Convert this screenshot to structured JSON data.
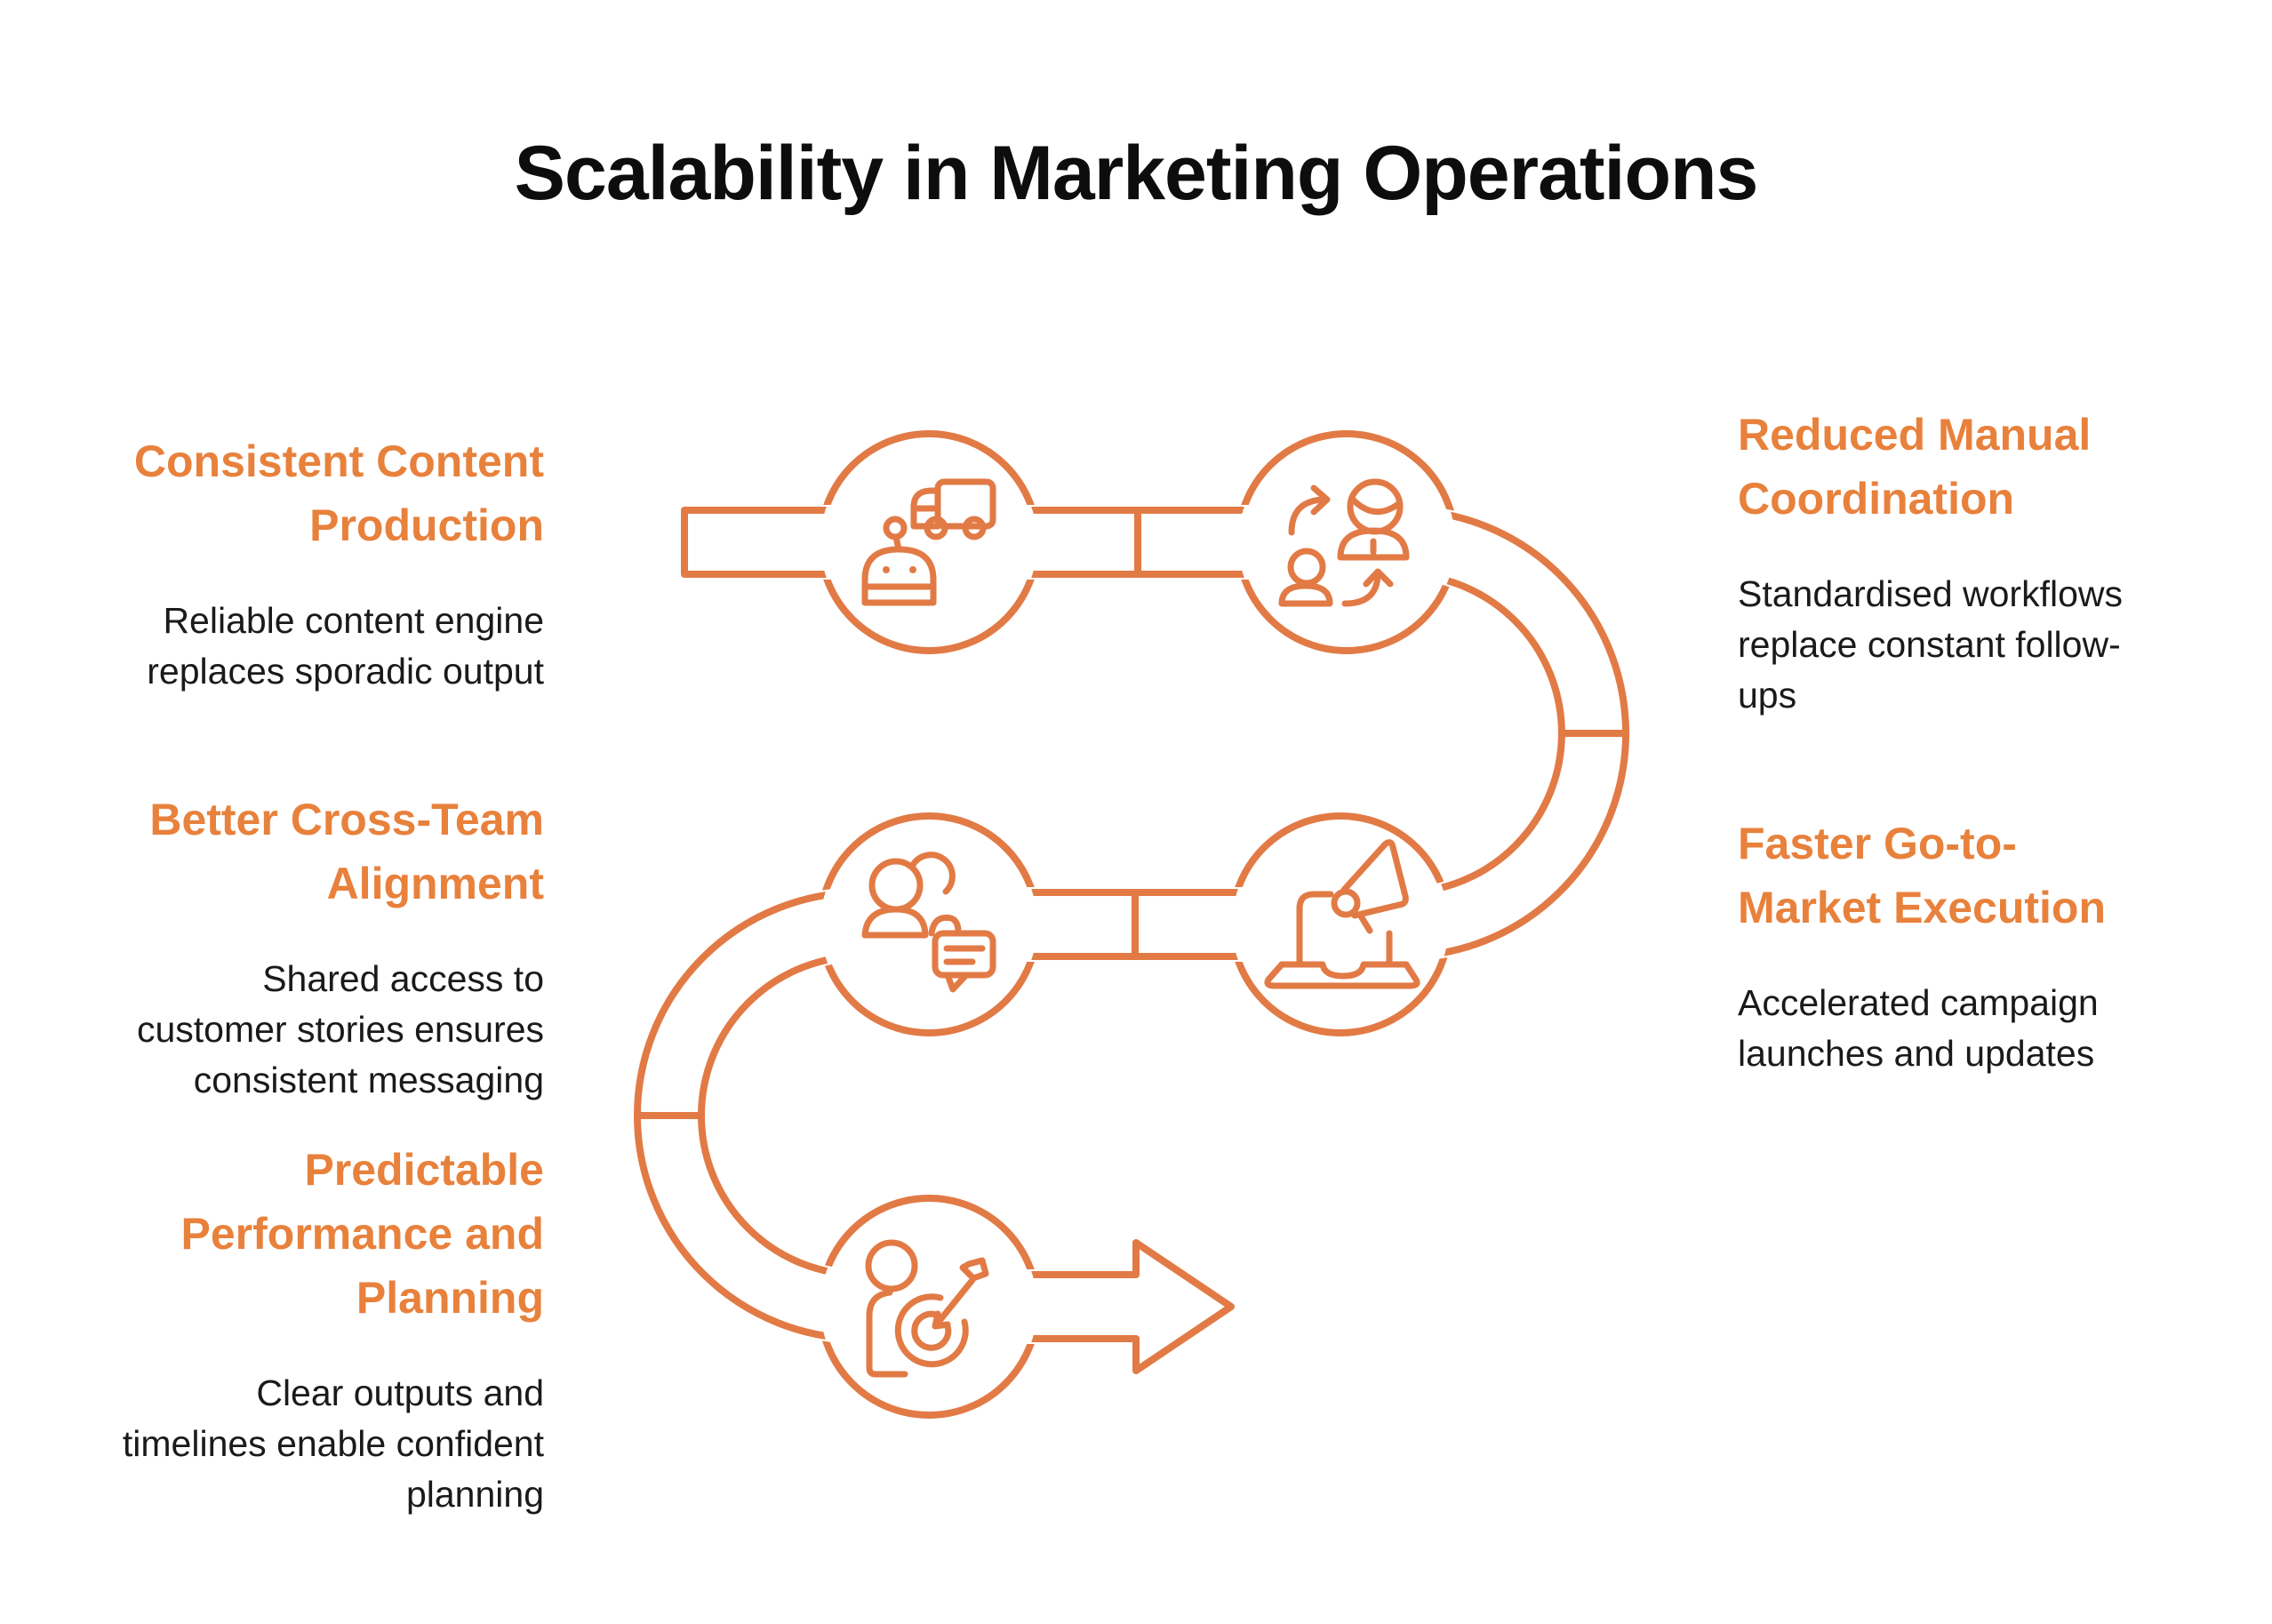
{
  "title": "Scalability in Marketing Operations",
  "colors": {
    "accent_line": "#E27A45",
    "accent_text": "#E8813C",
    "title_text": "#0D0D0D",
    "body_text": "#1A1A1A",
    "background": "#FFFFFF"
  },
  "left_column": {
    "blocks": [
      {
        "heading": "Consistent Content\nProduction",
        "body": "Reliable content engine\nreplaces sporadic output"
      },
      {
        "heading": "Better Cross-Team\nAlignment",
        "body": "Shared access to\ncustomer stories ensures\nconsistent messaging"
      },
      {
        "heading": "Predictable\nPerformance and\nPlanning",
        "body": "Clear outputs and\ntimelines enable confident\nplanning"
      }
    ]
  },
  "right_column": {
    "blocks": [
      {
        "heading": "Reduced Manual\nCoordination",
        "body": "Standardised workflows\nreplace constant follow-\nups"
      },
      {
        "heading": "Faster Go-to-\nMarket Execution",
        "body": "Accelerated campaign\nlaunches and updates"
      }
    ]
  },
  "diagram": {
    "style": "snake flow ribbon through 5 outlined circles ending in a right arrow",
    "icons": [
      "robot-truck-icon",
      "people-handoff-icon",
      "laptop-megaphone-icon",
      "team-chat-icon",
      "person-target-icon"
    ]
  }
}
